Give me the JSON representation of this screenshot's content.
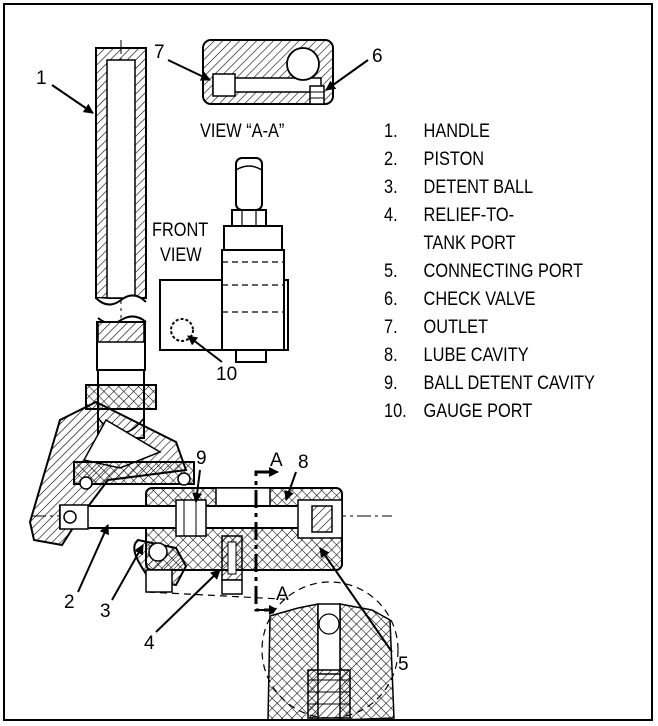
{
  "view_labels": {
    "view_a_a": "VIEW “A-A”",
    "front_view_line1": "FRONT",
    "front_view_line2": "VIEW"
  },
  "callouts": [
    "1",
    "2",
    "3",
    "4",
    "5",
    "6",
    "7",
    "8",
    "9",
    "10"
  ],
  "section_marks": [
    "A",
    "A"
  ],
  "legend": [
    {
      "num": "1.",
      "text": "HANDLE"
    },
    {
      "num": "2.",
      "text": "PISTON"
    },
    {
      "num": "3.",
      "text": "DETENT BALL"
    },
    {
      "num": "4.",
      "text": "RELIEF-TO-TANK PORT"
    },
    {
      "num": "5.",
      "text": "CONNECTING PORT"
    },
    {
      "num": "6.",
      "text": "CHECK VALVE"
    },
    {
      "num": "7.",
      "text": "OUTLET"
    },
    {
      "num": "8.",
      "text": "LUBE CAVITY"
    },
    {
      "num": "9.",
      "text": "BALL DETENT CAVITY"
    },
    {
      "num": "10.",
      "text": "GAUGE PORT"
    }
  ]
}
